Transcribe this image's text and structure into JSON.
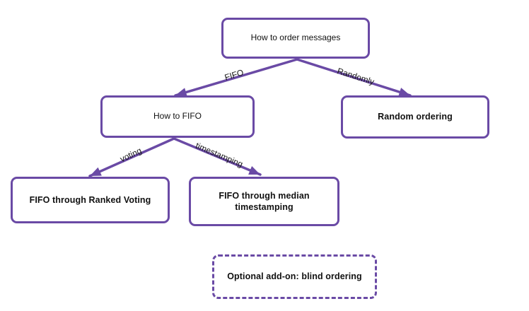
{
  "diagram": {
    "nodes": {
      "root": {
        "label": "How to order messages",
        "bold": false,
        "border": "solid"
      },
      "how_to_fifo": {
        "label": "How to FIFO",
        "bold": false,
        "border": "solid"
      },
      "random_ordering": {
        "label": "Random ordering",
        "bold": true,
        "border": "solid"
      },
      "ranked_voting": {
        "label": "FIFO through Ranked Voting",
        "bold": true,
        "border": "solid"
      },
      "median_timestamping": {
        "label": "FIFO through median timestamping",
        "bold": true,
        "border": "solid"
      },
      "optional_addon": {
        "label": "Optional add-on: blind ordering",
        "bold": true,
        "border": "dashed"
      }
    },
    "edges": {
      "fifo": {
        "label": "FIFO",
        "from": "root",
        "to": "how_to_fifo"
      },
      "randomly": {
        "label": "Randomly",
        "from": "root",
        "to": "random_ordering"
      },
      "voting": {
        "label": "voting",
        "from": "how_to_fifo",
        "to": "ranked_voting"
      },
      "timestamping": {
        "label": "timestamping",
        "from": "how_to_fifo",
        "to": "median_timestamping"
      }
    },
    "colors": {
      "accent": "#6A4AA5",
      "label_text": "#1A1A1A",
      "background": "#FFFFFF"
    }
  }
}
